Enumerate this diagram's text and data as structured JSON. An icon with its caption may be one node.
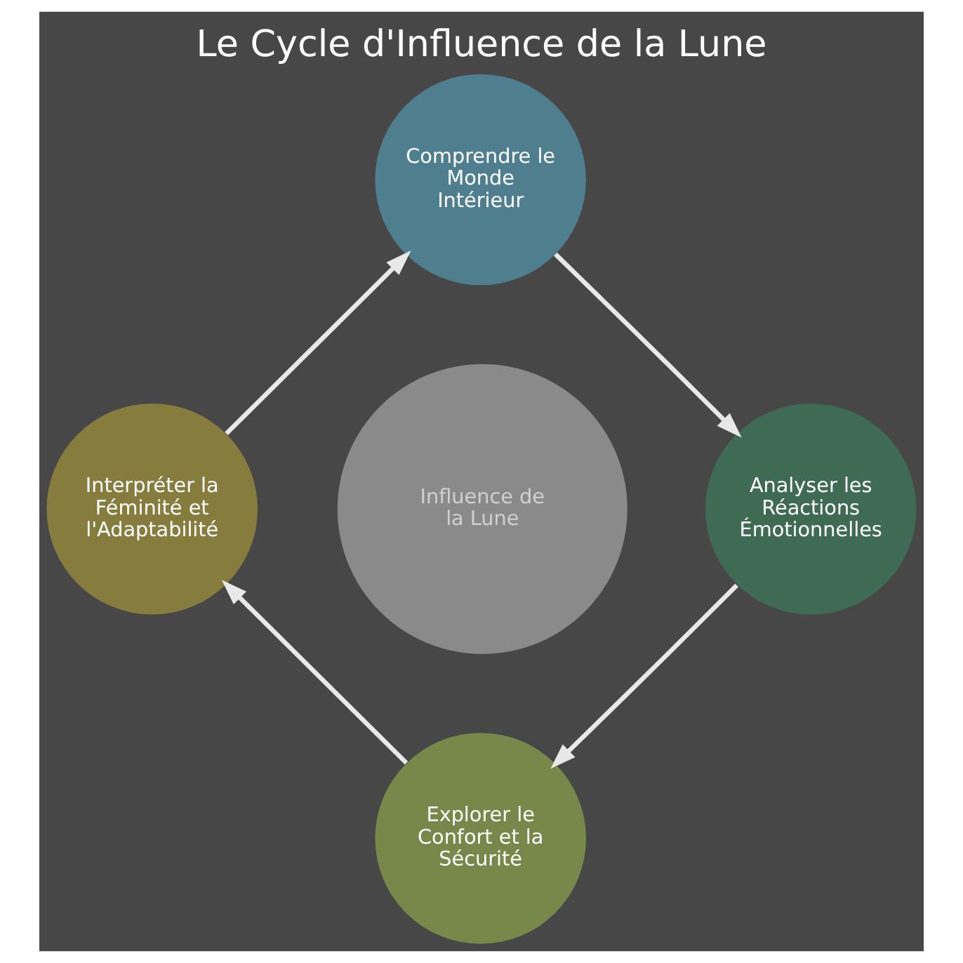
{
  "diagram": {
    "title": "Le Cycle d'Influence de la Lune",
    "nodes": [
      {
        "text": [
          "Influence de la Lune"
        ]
      },
      {
        "text": [
          "Comprendre le Monde Intérieur"
        ]
      },
      {
        "text": [
          "Analyser les Réactions Émotionnelles"
        ]
      },
      {
        "text": [
          "Explorer le Confort et la Sécurité"
        ]
      },
      {
        "text": [
          "Interpréter la Féminité et l'Adaptabilité"
        ]
      }
    ],
    "edges": [
      {
        "from": 1,
        "to": 2,
        "arrow": "to"
      },
      {
        "from": 2,
        "to": 3,
        "arrow": "to"
      },
      {
        "from": 3,
        "to": 4,
        "arrow": "to"
      },
      {
        "from": 4,
        "to": 1,
        "arrow": "to"
      }
    ]
  }
}
